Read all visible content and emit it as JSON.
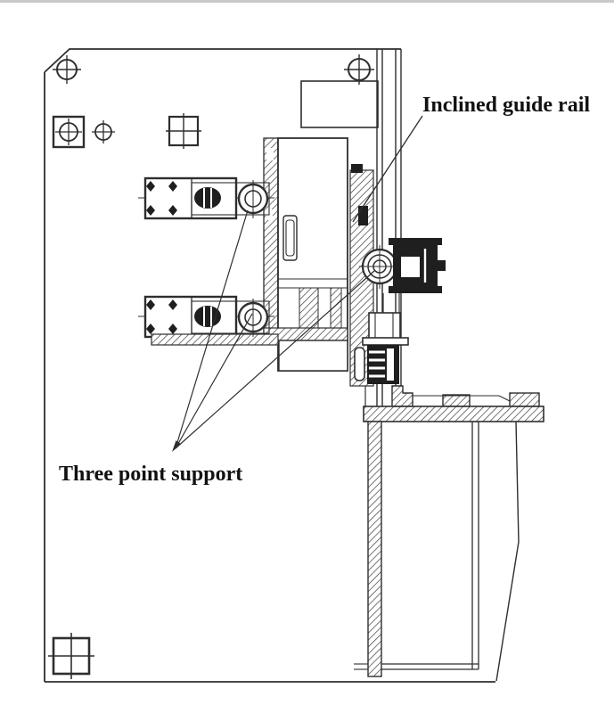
{
  "figure": {
    "type": "technical-drawing",
    "description": "Sectional mechanical assembly drawing",
    "labels": {
      "inclined_guide_rail": "Inclined guide rail",
      "three_point_support": "Three point support"
    },
    "colors": {
      "line": "#2e2e2e",
      "dark_fill": "#1f1f1f",
      "background": "#ffffff",
      "frame": "#c9c9c9"
    }
  }
}
